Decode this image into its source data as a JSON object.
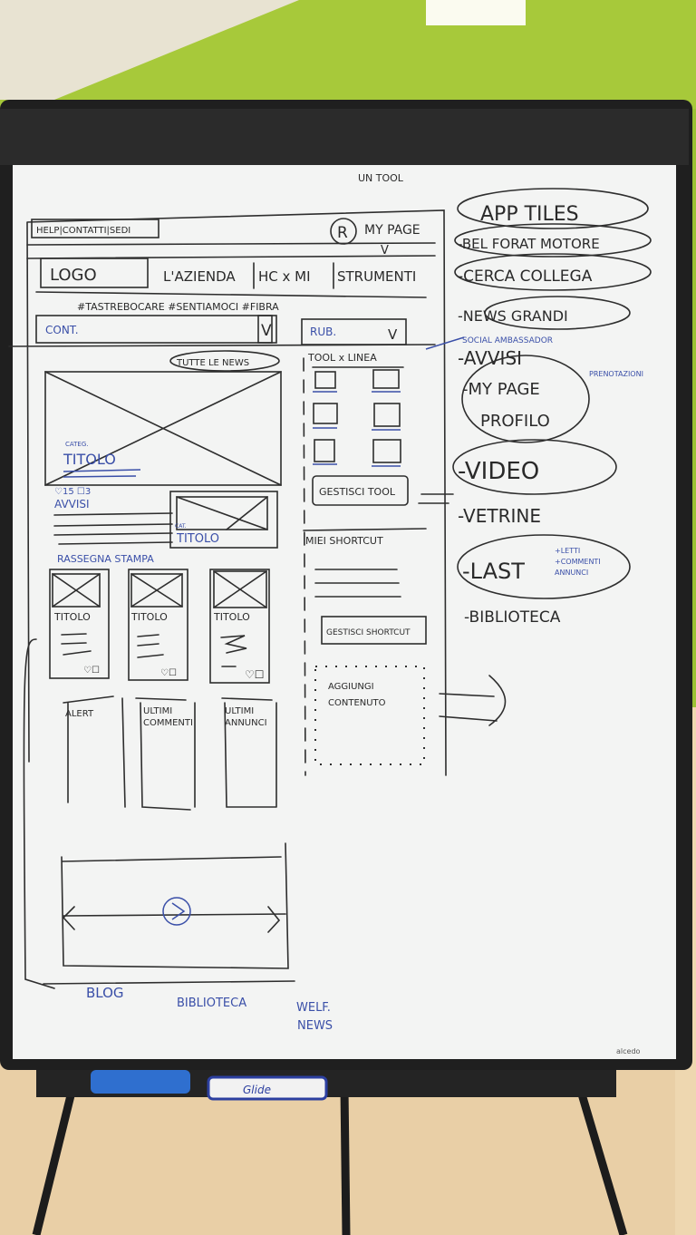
{
  "sketch": {
    "top_note": "UN TOOL",
    "utility_nav": "HELP|CONTATTI|SEDI",
    "profile_initial": "R",
    "my_page": "MY PAGE",
    "logo": "LOGO",
    "main_nav": [
      "L'AZIENDA",
      "HC x MI",
      "STRUMENTI"
    ],
    "hashtags": "#TASTREBOCARE #SENTIAMOCI #FIBRA",
    "filter_content": "CONT.",
    "filter_rubric": "RUB.",
    "dropdown_glyph": "V",
    "all_news": "TUTTE LE NEWS",
    "hero_category": "CATEG.",
    "hero_title": "TITOLO",
    "counts": "♡15 ☐3",
    "notices": "AVVISI",
    "small_card_category": "CAT.",
    "small_card_title": "TITOLO",
    "press_review": "RASSEGNA STAMPA",
    "cards": [
      "TITOLO",
      "TITOLO",
      "TITOLO"
    ],
    "bottom_boxes": [
      "ALERT",
      "ULTIMI COMMENTI",
      "ULTIMI ANNUNCI"
    ],
    "tools_per_line": "TOOL x LINEA",
    "manage_tools": "GESTISCI TOOL",
    "my_shortcuts": "MIEI SHORTCUT",
    "manage_shortcuts": "GESTISCI SHORTCUT",
    "add_content": [
      "AGGIUNGI",
      "CONTENUTO"
    ],
    "footer_links": [
      "BLOG",
      "BIBLIOTECA",
      "WELF.",
      "NEWS"
    ],
    "right_list": [
      "APP TILES",
      "-BEL FORAT MOTORE",
      "-CERCA COLLEGA",
      "-NEWS GRANDI",
      "-AVVISI",
      "-MY PAGE",
      "PROFILO",
      "-VIDEO",
      "-VETRINE",
      "-LAST",
      "-BIBLIOTECA"
    ],
    "right_notes": {
      "social": "SOCIAL AMBASSADOR",
      "booking": "PRENOTAZIONI",
      "last_sub": [
        "+LETTI",
        "+COMMENTI",
        "ANNUNCI"
      ]
    },
    "brand": "alcedo",
    "marker_label": "Glide"
  },
  "colors": {
    "wall": "#a7c93a",
    "board": "#f3f4f3",
    "frame": "#1f1f1f",
    "floor": "#e9cfa6",
    "ink": "#2a2a2a",
    "blue_ink": "#3a4fa8"
  }
}
